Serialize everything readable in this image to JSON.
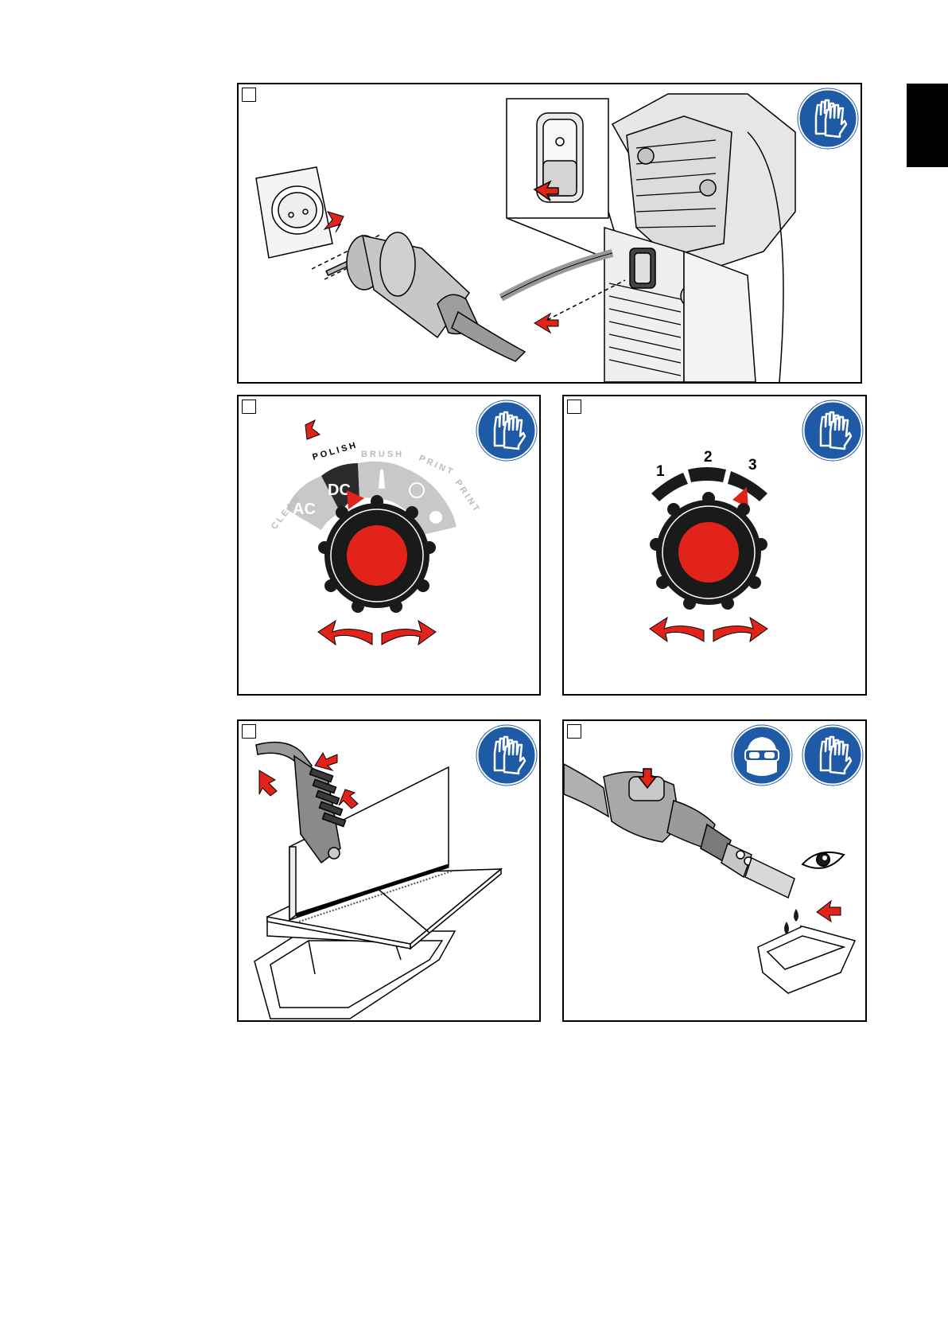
{
  "colors": {
    "ppe_blue": "#1f5aa6",
    "accent_red": "#e2231a",
    "knob_black": "#1a1a1a",
    "inactive_grey": "#c8c8c8",
    "active_dark": "#2a2a2a"
  },
  "panels": {
    "panel1": {
      "ppe_icons": [
        "gloves-icon"
      ]
    },
    "panel2": {
      "ppe_icons": [
        "gloves-icon"
      ],
      "modes": [
        {
          "group": "CLEAN",
          "symbol": "AC",
          "active": false
        },
        {
          "group": "POLISH",
          "symbol": "DC",
          "active": true
        },
        {
          "group": "BRUSH",
          "symbol": "brush-icon",
          "active": false
        },
        {
          "group": "PRINT",
          "symbol": "circle-outline-icon",
          "active": false
        },
        {
          "group": "PRINT",
          "symbol": "circle-filled-icon",
          "active": false
        }
      ]
    },
    "panel3": {
      "ppe_icons": [
        "gloves-icon"
      ],
      "levels": [
        "1",
        "2",
        "3"
      ],
      "selected_level": "3"
    },
    "panel4": {
      "ppe_icons": [
        "gloves-icon"
      ]
    },
    "panel5": {
      "ppe_icons": [
        "goggles-icon",
        "gloves-icon"
      ]
    }
  }
}
